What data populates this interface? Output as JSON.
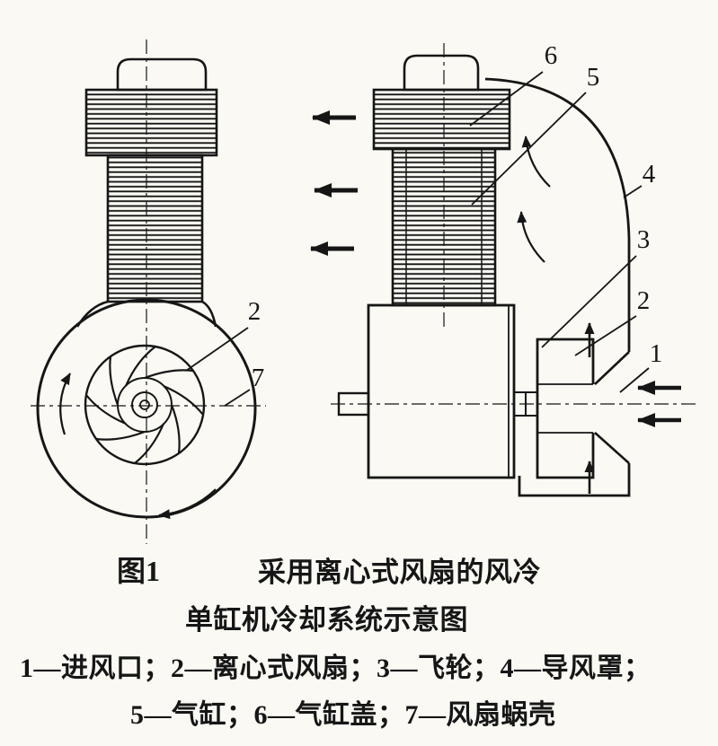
{
  "meta": {
    "background_color": "#faf9f4",
    "ink_color": "#161616",
    "figure_type": "engine cooling system schematic"
  },
  "callouts": {
    "c1": "1",
    "c2": "2",
    "c3": "3",
    "c4": "4",
    "c5": "5",
    "c6": "6",
    "c7": "7"
  },
  "caption": {
    "fig_label": "图1",
    "title_line1": "采用离心式风扇的风冷",
    "title_line2": "单缸机冷却系统示意图"
  },
  "legend": {
    "line1": "1—进风口；2—离心式风扇；3—飞轮；4—导风罩；",
    "line2": "5—气缸；6—气缸盖；7—风扇蜗壳"
  }
}
